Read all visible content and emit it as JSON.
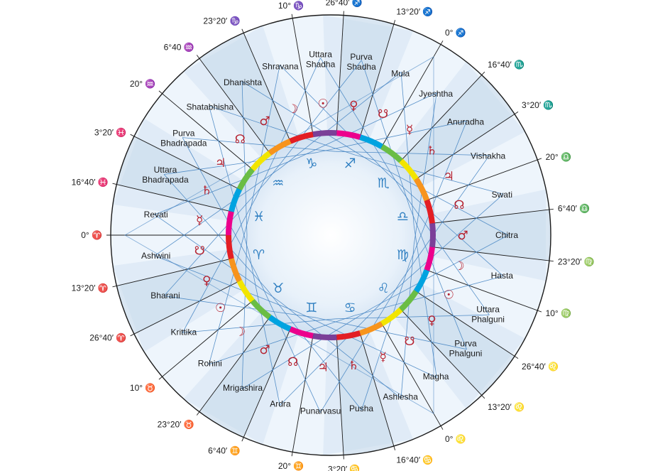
{
  "nakshatras": [
    {
      "lines": [
        "Ashwini"
      ],
      "planet": "☋"
    },
    {
      "lines": [
        "Bharani"
      ],
      "planet": "♀"
    },
    {
      "lines": [
        "Krittika"
      ],
      "planet": "☉"
    },
    {
      "lines": [
        "Rohini"
      ],
      "planet": "☽"
    },
    {
      "lines": [
        "Mrigashira"
      ],
      "planet": "♂"
    },
    {
      "lines": [
        "Ardra"
      ],
      "planet": "☊"
    },
    {
      "lines": [
        "Punarvasu"
      ],
      "planet": "♃"
    },
    {
      "lines": [
        "Pusha"
      ],
      "planet": "♄"
    },
    {
      "lines": [
        "Ashlesha"
      ],
      "planet": "☿"
    },
    {
      "lines": [
        "Magha"
      ],
      "planet": "☋"
    },
    {
      "lines": [
        "Purva",
        "Phalguni"
      ],
      "planet": "♀"
    },
    {
      "lines": [
        "Uttara",
        "Phalguni"
      ],
      "planet": "☉"
    },
    {
      "lines": [
        "Hasta"
      ],
      "planet": "☽"
    },
    {
      "lines": [
        "Chitra"
      ],
      "planet": "♂"
    },
    {
      "lines": [
        "Swati"
      ],
      "planet": "☊"
    },
    {
      "lines": [
        "Vishakha"
      ],
      "planet": "♃"
    },
    {
      "lines": [
        "Anuradha"
      ],
      "planet": "♄"
    },
    {
      "lines": [
        "Jyeshtha"
      ],
      "planet": "☿"
    },
    {
      "lines": [
        "Mula"
      ],
      "planet": "☋"
    },
    {
      "lines": [
        "Purva",
        "Shadha"
      ],
      "planet": "♀"
    },
    {
      "lines": [
        "Uttara",
        "Shadha"
      ],
      "planet": "☉"
    },
    {
      "lines": [
        "Shravana"
      ],
      "planet": "☽"
    },
    {
      "lines": [
        "Dhanishta"
      ],
      "planet": "♂"
    },
    {
      "lines": [
        "Shatabhisha"
      ],
      "planet": "☊"
    },
    {
      "lines": [
        "Purva",
        "Bhadrapada"
      ],
      "planet": "♃"
    },
    {
      "lines": [
        "Uttara",
        "Bhadrapada"
      ],
      "planet": "♄"
    },
    {
      "lines": [
        "Revati"
      ],
      "planet": "☿"
    }
  ],
  "boundary_labels": [
    "0° ♈",
    "13°20′ ♈",
    "26°40′ ♈",
    "10° ♉",
    "23°20′ ♉",
    "6°40′ ♊",
    "20° ♊",
    "3°20′ ♋",
    "16°40′ ♋",
    "0° ♌",
    "13°20′ ♌",
    "26°40′ ♌",
    "10° ♍",
    "23°20′ ♍",
    "6°40′ ♎",
    "20° ♎",
    "3°20′ ♏",
    "16°40′ ♏",
    "0° ♐",
    "13°20′ ♐",
    "26°40′ ♐",
    "10° ♑",
    "23°20′ ♑",
    "6°40 ♒",
    "20° ♒",
    "3°20′ ♓",
    "16°40′ ♓"
  ],
  "zodiac_signs": [
    "♈",
    "♉",
    "♊",
    "♋",
    "♌",
    "♍",
    "♎",
    "♏",
    "♐",
    "♑",
    "♒",
    "♓"
  ],
  "colors": {
    "sector_light": "#eef5fc",
    "sector_dark": "#d9e6f2",
    "planet_glyph": "#b5202e",
    "zodiac_glyph": "#2f7fc1",
    "star_lines": "#3d7fbf",
    "spoke_lines": "#1a1a1a",
    "ring_segments": [
      "#e31e24",
      "#f7941d",
      "#f2e500",
      "#6abd45",
      "#00a3e0",
      "#ec008c",
      "#7b3f98"
    ]
  }
}
